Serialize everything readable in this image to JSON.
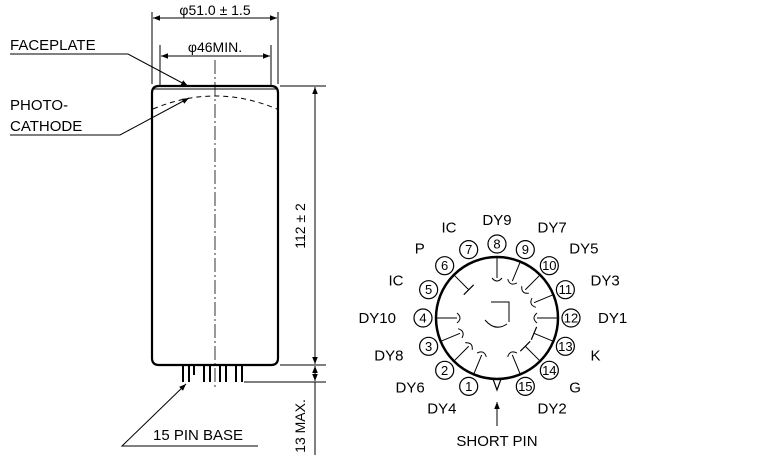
{
  "labels": {
    "faceplate": "FACEPLATE",
    "photo_line1": "PHOTO-",
    "photo_line2": "CATHODE",
    "pin_base": "15 PIN BASE",
    "short_pin": "SHORT PIN"
  },
  "dimensions": {
    "outer_diameter": "φ51.0 ± 1.5",
    "inner_diameter": "φ46MIN.",
    "length": "112 ± 2",
    "base_height": "13 MAX."
  },
  "pins": [
    {
      "num": "1",
      "label": "DY4"
    },
    {
      "num": "2",
      "label": "DY6"
    },
    {
      "num": "3",
      "label": "DY8"
    },
    {
      "num": "4",
      "label": "DY10"
    },
    {
      "num": "5",
      "label": "IC"
    },
    {
      "num": "6",
      "label": "P"
    },
    {
      "num": "7",
      "label": "IC"
    },
    {
      "num": "8",
      "label": "DY9"
    },
    {
      "num": "9",
      "label": "DY7"
    },
    {
      "num": "10",
      "label": "DY5"
    },
    {
      "num": "11",
      "label": "DY3"
    },
    {
      "num": "12",
      "label": "DY1"
    },
    {
      "num": "13",
      "label": "K"
    },
    {
      "num": "14",
      "label": "G"
    },
    {
      "num": "15",
      "label": "DY2"
    }
  ]
}
